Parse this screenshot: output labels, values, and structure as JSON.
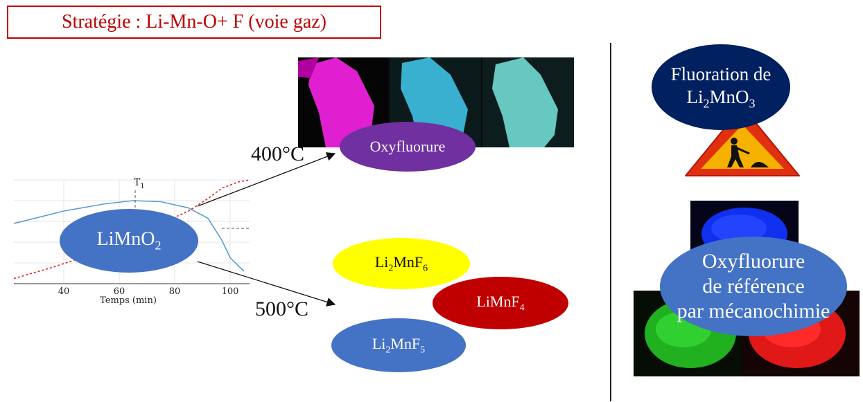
{
  "title": "Stratégie : Li-Mn-O+ F (voie gaz)",
  "temperatures": {
    "t400": "400°C",
    "t500": "500°C"
  },
  "nodes": {
    "limno2": {
      "text": "LiMnO",
      "sub": "2"
    },
    "oxyfluorure": "Oxyfluorure",
    "li2mnf6": {
      "a": "Li",
      "s1": "2",
      "b": "MnF",
      "s2": "6"
    },
    "limnf4": {
      "a": "LiMnF",
      "s1": "4"
    },
    "li2mnf5": {
      "a": "Li",
      "s1": "2",
      "b": "MnF",
      "s2": "5"
    }
  },
  "right": {
    "fluoration": {
      "line1": "Fluoration de",
      "a": "Li",
      "s1": "2",
      "b": "MnO",
      "s2": "3"
    },
    "reference": {
      "line1": "Oxyfluorure",
      "line2": "de référence",
      "line3": "par mécanochimie"
    }
  },
  "chart_data": {
    "type": "line",
    "xlabel": "Temps (min)",
    "xticks": [
      "40",
      "60",
      "80",
      "100"
    ],
    "marker": "T",
    "marker_sub": "1",
    "series": [
      {
        "style": "solid",
        "color": "#5b9bd5",
        "x": [
          22,
          40,
          55,
          65,
          75,
          85,
          92,
          97,
          100,
          105
        ],
        "y": [
          0.58,
          0.7,
          0.77,
          0.8,
          0.79,
          0.73,
          0.63,
          0.42,
          0.25,
          0.12
        ]
      },
      {
        "style": "dashed",
        "color": "#e02020",
        "x": [
          22,
          35,
          50,
          65,
          75,
          85,
          92,
          97,
          103,
          107
        ],
        "y": [
          0.05,
          0.15,
          0.28,
          0.45,
          0.58,
          0.7,
          0.82,
          0.92,
          0.98,
          1.0
        ]
      }
    ],
    "xlim": [
      22,
      107
    ],
    "grid": true
  },
  "colors": {
    "title": "#c00000",
    "purple": "#7030a0",
    "blue": "#4472c4",
    "yellow": "#ffff00",
    "darkred": "#c00000",
    "navy": "#002060"
  },
  "icons": {
    "warning": "roadworks-warning-icon"
  }
}
